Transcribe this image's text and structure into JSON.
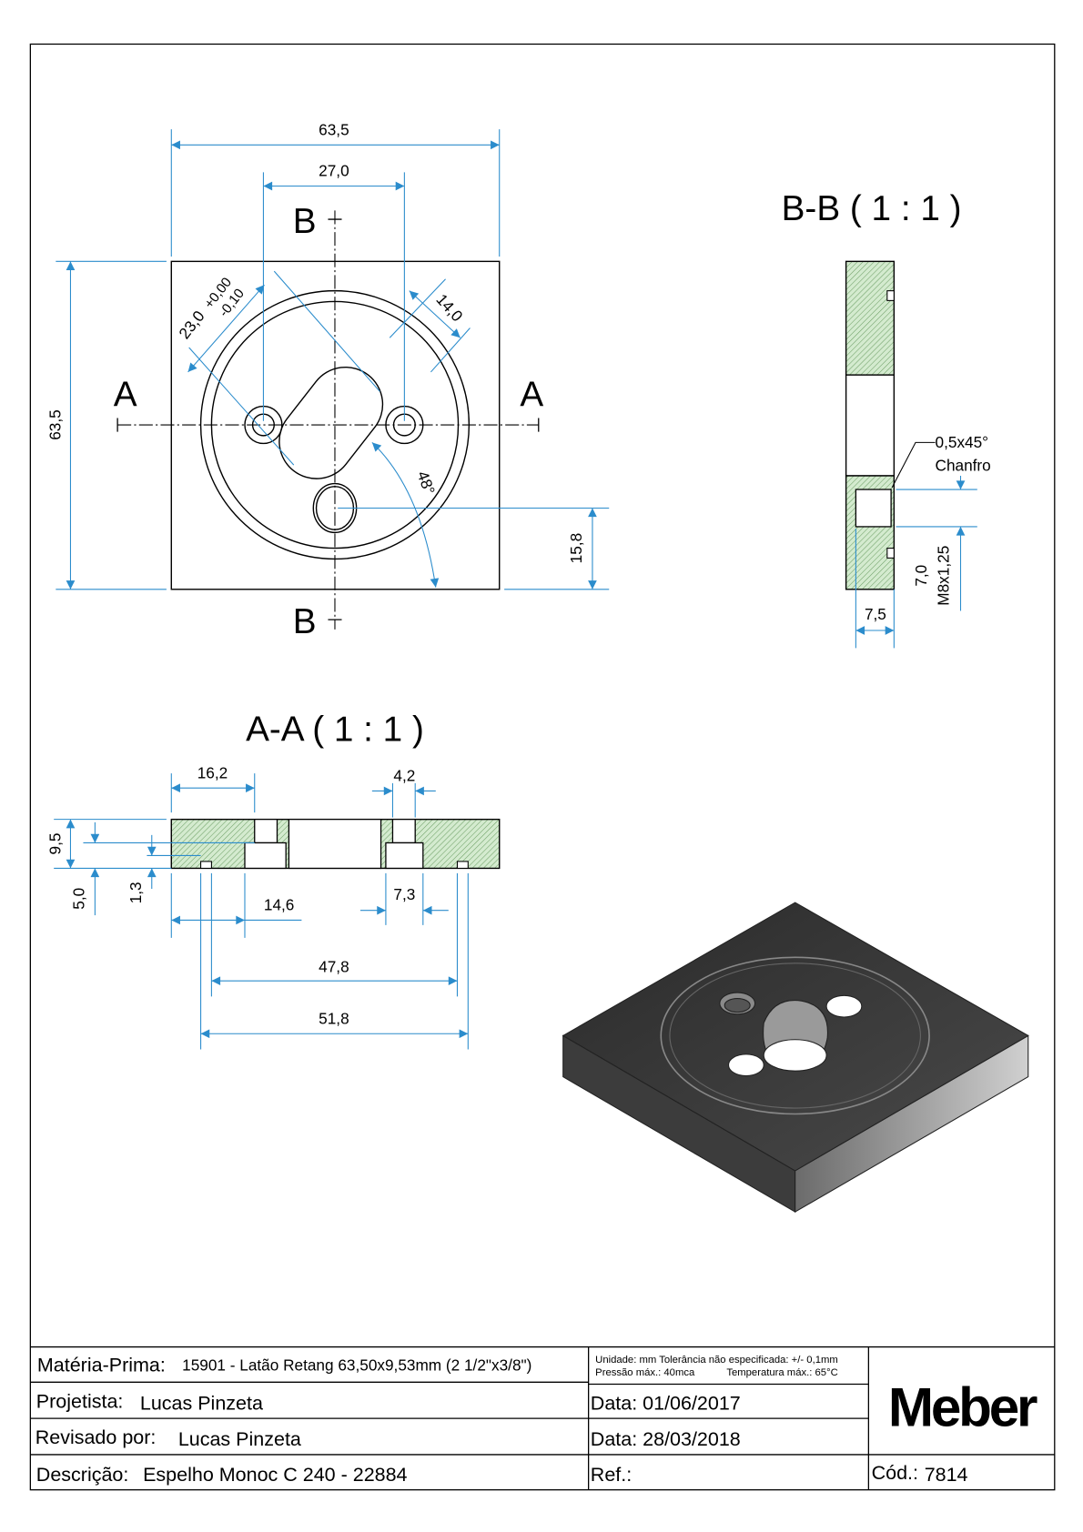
{
  "plan_view": {
    "dims": {
      "width": "63,5",
      "hole_spacing": "27,0",
      "height": "63,5",
      "bottom_hole_offset": "15,8",
      "slot_width": "23,0",
      "tol_plus": "+0,00",
      "tol_minus": "-0,10",
      "slot_length": "14,0",
      "angle": "48°"
    },
    "section_labels": {
      "b_top": "B",
      "b_bottom": "B",
      "a_left": "A",
      "a_right": "A"
    }
  },
  "section_bb": {
    "title": "B-B ( 1 : 1 )",
    "chamfer": "0,5x45°",
    "chamfer_label": "Chanfro",
    "thread_depth": "7,0",
    "thread": "M8x1,25",
    "thread_length": "7,5"
  },
  "section_aa": {
    "title": "A-A ( 1 : 1 )",
    "dims": {
      "d16_2": "16,2",
      "d4_2": "4,2",
      "d9_5": "9,5",
      "d5_0": "5,0",
      "d1_3": "1,3",
      "d14_6": "14,6",
      "d7_3": "7,3",
      "d47_8": "47,8",
      "d51_8": "51,8"
    }
  },
  "title_block": {
    "materia_label": "Matéria-Prima:",
    "materia_value": "15901 - Latão Retang 63,50x9,53mm (2 1/2\"x3/8\")",
    "note_line1": "Unidade: mm Tolerância não especificada: +/- 0,1mm",
    "note_pressure": "Pressão máx.: 40mca",
    "note_temperature": "Temperatura máx.: 65°C",
    "projetista_label": "Projetista:",
    "projetista_value": "Lucas Pinzeta",
    "data1": "Data: 01/06/2017",
    "revisado_label": "Revisado por:",
    "revisado_value": "Lucas Pinzeta",
    "data2": "Data: 28/03/2018",
    "descricao_label": "Descrição:",
    "descricao_value": "Espelho Monoc C 240 - 22884",
    "ref_label": "Ref.:",
    "cod_label": "Cód.:",
    "cod_value": "7814",
    "logo": "Meber"
  },
  "colors": {
    "dimension": "#2b8ccc",
    "hatch_fill": "#d4ebcf",
    "hatch_line": "#6e9f66"
  }
}
